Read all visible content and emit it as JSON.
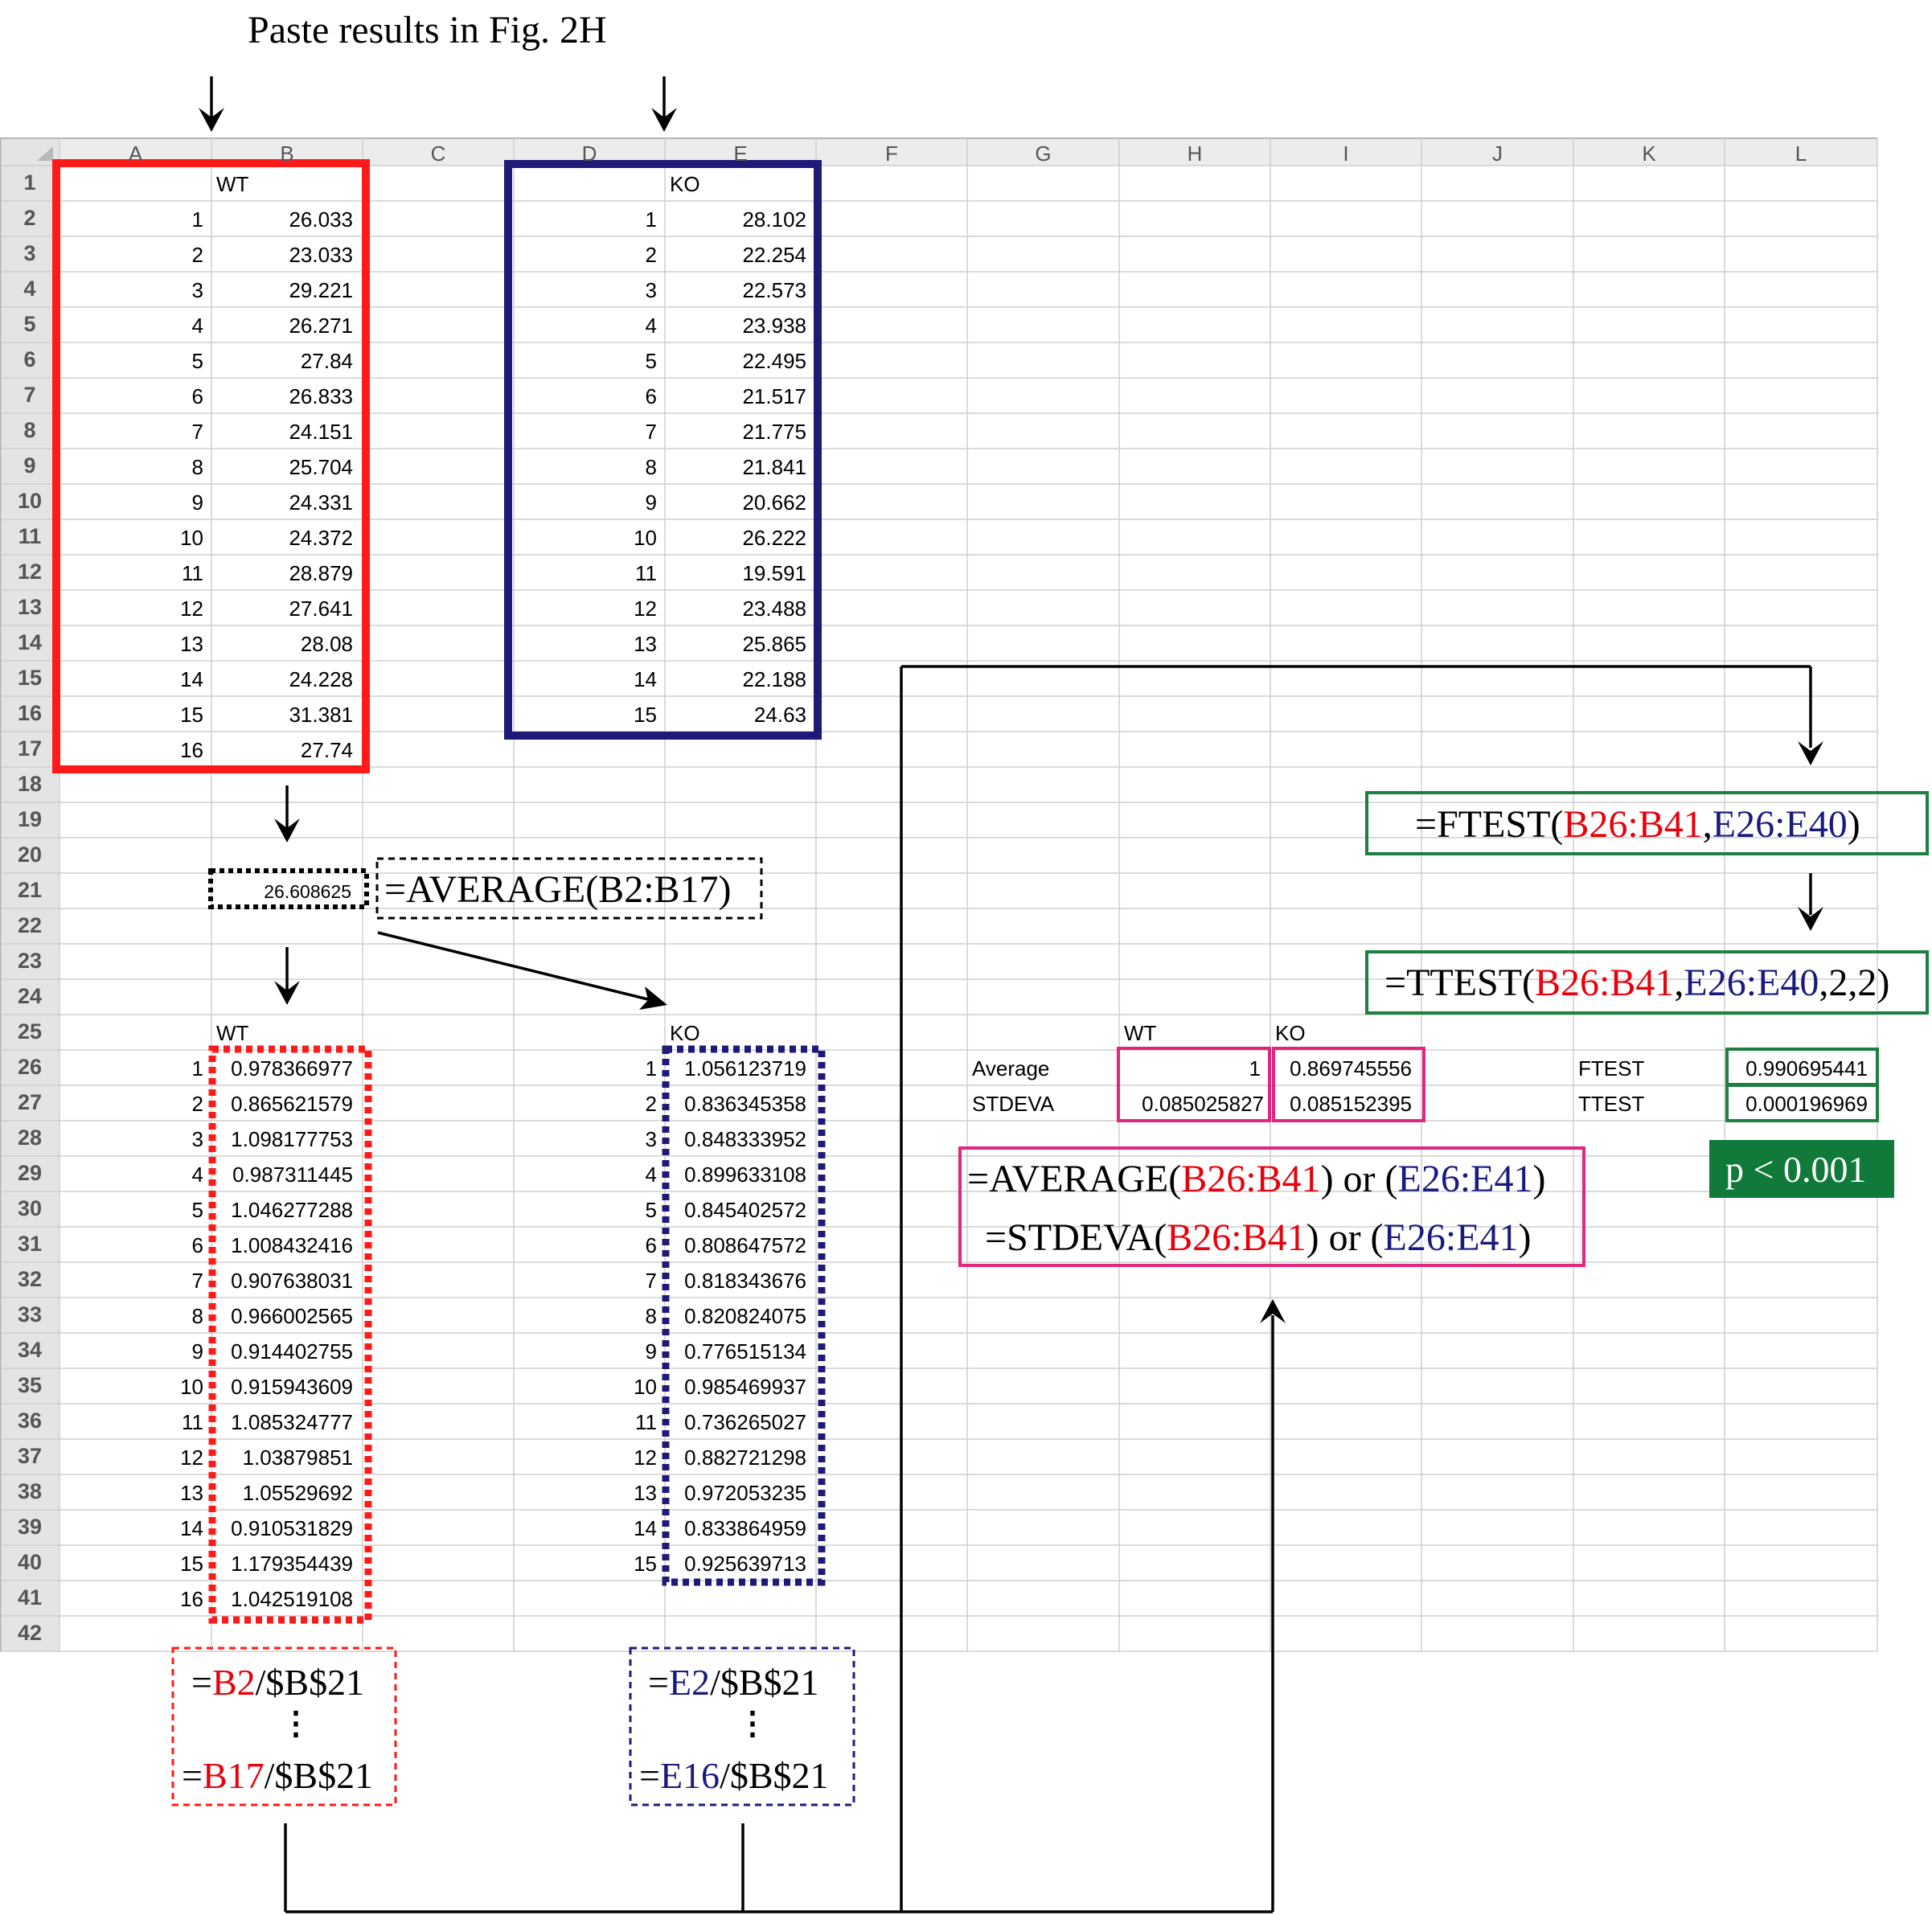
{
  "title": "Paste results in Fig. 2H",
  "columns": [
    "A",
    "B",
    "C",
    "D",
    "E",
    "F",
    "G",
    "H",
    "I",
    "J",
    "K",
    "L"
  ],
  "rows": [
    "1",
    "2",
    "3",
    "4",
    "5",
    "6",
    "7",
    "8",
    "9",
    "10",
    "11",
    "12",
    "13",
    "14",
    "15",
    "16",
    "17",
    "18",
    "19",
    "20",
    "21",
    "22",
    "23",
    "24",
    "25",
    "26",
    "27",
    "28",
    "29",
    "30",
    "31",
    "32",
    "33",
    "34",
    "35",
    "36",
    "37",
    "38",
    "39",
    "40",
    "41",
    "42"
  ],
  "raw": {
    "wt_header": "WT",
    "ko_header": "KO",
    "wt": [
      [
        "1",
        "26.033"
      ],
      [
        "2",
        "23.033"
      ],
      [
        "3",
        "29.221"
      ],
      [
        "4",
        "26.271"
      ],
      [
        "5",
        "27.84"
      ],
      [
        "6",
        "26.833"
      ],
      [
        "7",
        "24.151"
      ],
      [
        "8",
        "25.704"
      ],
      [
        "9",
        "24.331"
      ],
      [
        "10",
        "24.372"
      ],
      [
        "11",
        "28.879"
      ],
      [
        "12",
        "27.641"
      ],
      [
        "13",
        "28.08"
      ],
      [
        "14",
        "24.228"
      ],
      [
        "15",
        "31.381"
      ],
      [
        "16",
        "27.74"
      ]
    ],
    "ko": [
      [
        "1",
        "28.102"
      ],
      [
        "2",
        "22.254"
      ],
      [
        "3",
        "22.573"
      ],
      [
        "4",
        "23.938"
      ],
      [
        "5",
        "22.495"
      ],
      [
        "6",
        "21.517"
      ],
      [
        "7",
        "21.775"
      ],
      [
        "8",
        "21.841"
      ],
      [
        "9",
        "20.662"
      ],
      [
        "10",
        "26.222"
      ],
      [
        "11",
        "19.591"
      ],
      [
        "12",
        "23.488"
      ],
      [
        "13",
        "25.865"
      ],
      [
        "14",
        "22.188"
      ],
      [
        "15",
        "24.63"
      ]
    ]
  },
  "average": {
    "value": "26.608625",
    "formula": "=AVERAGE(B2:B17)"
  },
  "normalized": {
    "wt_header": "WT",
    "ko_header": "KO",
    "wt": [
      [
        "1",
        "0.978366977"
      ],
      [
        "2",
        "0.865621579"
      ],
      [
        "3",
        "1.098177753"
      ],
      [
        "4",
        "0.987311445"
      ],
      [
        "5",
        "1.046277288"
      ],
      [
        "6",
        "1.008432416"
      ],
      [
        "7",
        "0.907638031"
      ],
      [
        "8",
        "0.966002565"
      ],
      [
        "9",
        "0.914402755"
      ],
      [
        "10",
        "0.915943609"
      ],
      [
        "11",
        "1.085324777"
      ],
      [
        "12",
        "1.03879851"
      ],
      [
        "13",
        "1.05529692"
      ],
      [
        "14",
        "0.910531829"
      ],
      [
        "15",
        "1.179354439"
      ],
      [
        "16",
        "1.042519108"
      ]
    ],
    "ko": [
      [
        "1",
        "1.056123719"
      ],
      [
        "2",
        "0.836345358"
      ],
      [
        "3",
        "0.848333952"
      ],
      [
        "4",
        "0.899633108"
      ],
      [
        "5",
        "0.845402572"
      ],
      [
        "6",
        "0.808647572"
      ],
      [
        "7",
        "0.818343676"
      ],
      [
        "8",
        "0.820824075"
      ],
      [
        "9",
        "0.776515134"
      ],
      [
        "10",
        "0.985469937"
      ],
      [
        "11",
        "0.736265027"
      ],
      [
        "12",
        "0.882721298"
      ],
      [
        "13",
        "0.972053235"
      ],
      [
        "14",
        "0.833864959"
      ],
      [
        "15",
        "0.925639713"
      ]
    ]
  },
  "stats": {
    "wt_header": "WT",
    "ko_header": "KO",
    "average_label": "Average",
    "stdeva_label": "STDEVA",
    "avg_wt": "1",
    "avg_ko": "0.869745556",
    "sd_wt": "0.085025827",
    "sd_ko": "0.085152395",
    "ftest_label": "FTEST",
    "ttest_label": "TTEST",
    "ftest_value": "0.990695441",
    "ttest_value": "0.000196969",
    "p_label": "p < 0.001"
  },
  "formulas": {
    "wt_first": {
      "eq": "=",
      "ref": "B2",
      "rest": "/$B$21"
    },
    "wt_last": {
      "eq": "=",
      "ref": "B17",
      "rest": "/$B$21"
    },
    "ko_first": {
      "eq": "=",
      "ref": "E2",
      "rest": "/$B$21"
    },
    "ko_last": {
      "eq": "=",
      "ref": "E16",
      "rest": "/$B$21"
    },
    "ellipsis": "⋮",
    "ftest": {
      "a": "=FTEST(",
      "b": "B26:B41",
      "c": ",",
      "d": "E26:E40",
      "e": ")"
    },
    "ttest": {
      "a": "=TTEST(",
      "b": "B26:B41",
      "c": ",",
      "d": "E26:E40",
      "e": ",2,2)"
    },
    "avg_formula": {
      "a": "=AVERAGE(",
      "b": "B26:B41",
      "c": ") or (",
      "d": "E26:E41",
      "e": ")"
    },
    "sd_formula": {
      "a": "=STDEVA(",
      "b": "B26:B41",
      "c": ") or (",
      "d": "E26:E41",
      "e": ")"
    }
  },
  "colors": {
    "wt_box": "#ff1a1a",
    "ko_box": "#1f1a78",
    "stats_box": "#e0267f",
    "test_box": "#1e8040",
    "p_badge": "#117a3a",
    "grid": "#cfcfcf"
  }
}
